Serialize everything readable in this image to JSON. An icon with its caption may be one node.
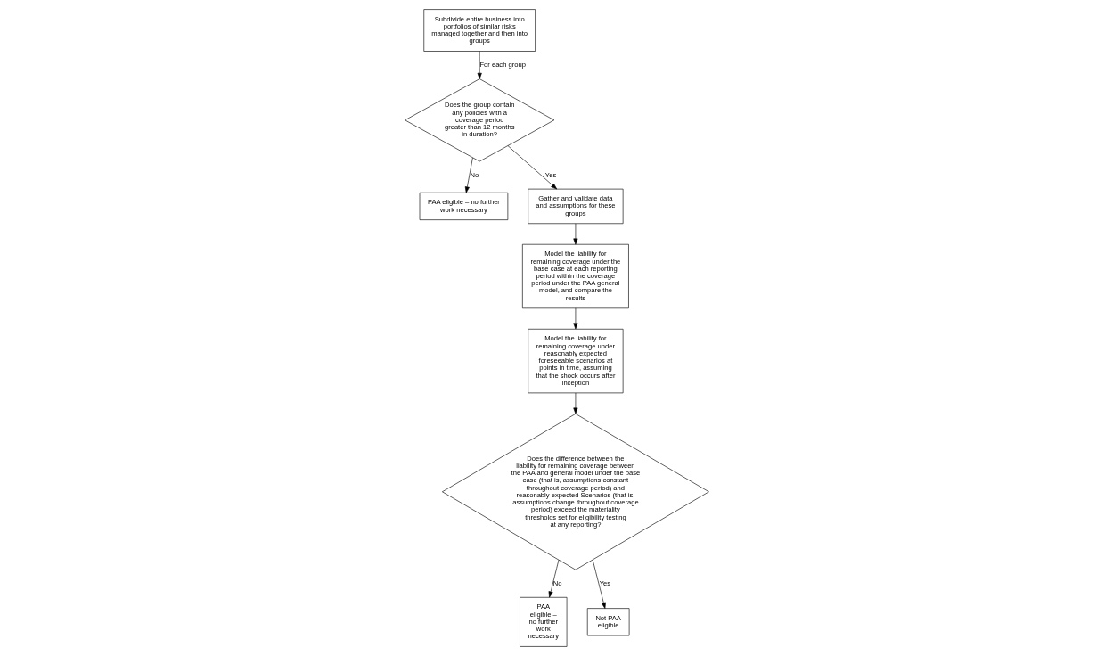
{
  "diagram": {
    "nodes": [
      {
        "text": [
          "Subdivide entire business into portfolios of similar risks managed together and then into groups"
        ]
      },
      {
        "text": [
          "Does the group contain any policies with a coverage period greater than 12 months in duration?"
        ]
      },
      {
        "text": [
          "PAA eligible – no further work necessary"
        ]
      },
      {
        "text": [
          "Gather and validate data and assumptions for these groups"
        ]
      },
      {
        "text": [
          "Model the liability for remaining coverage under the base case at each reporting period within the coverage period under the PAA general model, and compare the results"
        ]
      },
      {
        "text": [
          "Model the liability for remaining coverage under reasonably expected foreseeable scenarios at points in time, assuming that the shock occurs after inception"
        ]
      },
      {
        "text": [
          "Does the difference between the liability for remaining coverage between the PAA and general model under the base case (that is, assumptions constant throughout coverage period) and reasonably expected Scenarios (that is, assumptions change throughout coverage period) exceed the materiality thresholds set for eligibility testing at any reporting?"
        ]
      },
      {
        "text": [
          "PAA eligible – no further work necessary"
        ]
      },
      {
        "text": [
          "Not PAA eligible"
        ]
      }
    ],
    "edges": [
      {
        "from": 0,
        "to": 1,
        "arrow": "to",
        "label": "For each group"
      },
      {
        "from": 1,
        "to": 3,
        "arrow": "to",
        "label": "Yes"
      },
      {
        "from": 1,
        "to": 2,
        "arrow": "to",
        "label": "No"
      },
      {
        "from": 3,
        "to": 4,
        "arrow": "to"
      },
      {
        "from": 4,
        "to": 5,
        "arrow": "to"
      },
      {
        "from": 5,
        "to": 6,
        "arrow": "to"
      },
      {
        "from": 6,
        "to": 7,
        "arrow": "to",
        "label": "No"
      },
      {
        "from": 6,
        "to": 8,
        "arrow": "to",
        "label": "Yes"
      }
    ]
  }
}
